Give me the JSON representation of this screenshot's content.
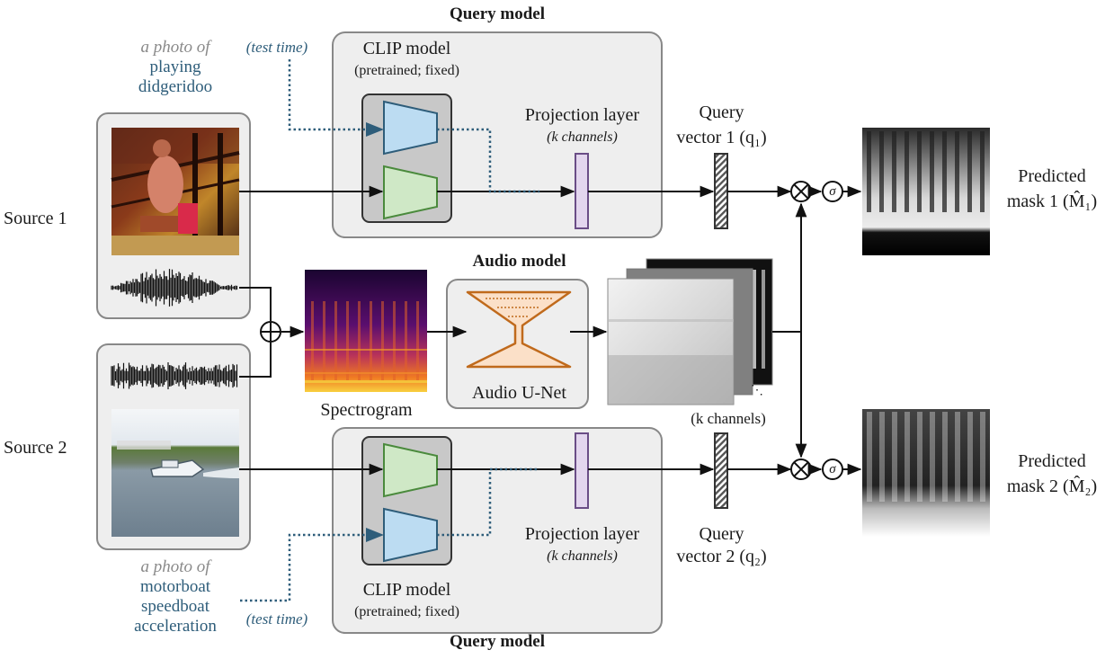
{
  "query_model_top": {
    "title": "Query model",
    "test_time_label": "(test time)",
    "prompt_prefix": "a photo of",
    "prompt_line1": "playing",
    "prompt_line2": "didgeridoo",
    "clip_title": "CLIP model",
    "clip_subtitle": "(pretrained; fixed)",
    "projection_title": "Projection layer",
    "projection_subtitle": "(k channels)",
    "query_line1": "Query",
    "query_line2": "vector 1 (q₁)"
  },
  "query_model_bottom": {
    "title": "Query model",
    "test_time_label": "(test time)",
    "prompt_prefix": "a photo of",
    "prompt_line1": "motorboat",
    "prompt_line2": "speedboat",
    "prompt_line3": "acceleration",
    "clip_title": "CLIP model",
    "clip_subtitle": "(pretrained; fixed)",
    "projection_title": "Projection layer",
    "projection_subtitle": "(k channels)",
    "query_line1": "Query",
    "query_line2": "vector 2 (q₂)"
  },
  "sources": {
    "source1": "Source 1",
    "source2": "Source 2"
  },
  "audio_model": {
    "title": "Audio model",
    "unet_label": "Audio U-Net",
    "spectrogram_label": "Spectrogram",
    "channels_label": "(k channels)",
    "ellipsis": "⋱"
  },
  "operators": {
    "add_symbol": "⊕",
    "multiply_symbol": "⊗",
    "sigmoid_symbol": "σ"
  },
  "outputs": {
    "mask1_line1": "Predicted",
    "mask1_line2": "mask 1 (M̂₁)",
    "mask2_line1": "Predicted",
    "mask2_line2": "mask 2 (M̂₂)"
  },
  "colors": {
    "text_prompt_gray": "#8a8a8a",
    "text_prompt_blue": "#2e5d7a",
    "dotted_arrow": "#2e5d7a",
    "clip_image_encoder": "#cfe8c6",
    "clip_image_stroke": "#4a8a3c",
    "clip_text_encoder": "#bcdcf2",
    "clip_text_stroke": "#2e5d7a",
    "projection_fill": "#e3d6ee",
    "projection_stroke": "#6a4d86",
    "unet_fill": "#fbe0c8",
    "unet_stroke": "#c06a1c",
    "panel_fill": "#eeeeee",
    "panel_stroke": "#888888"
  }
}
